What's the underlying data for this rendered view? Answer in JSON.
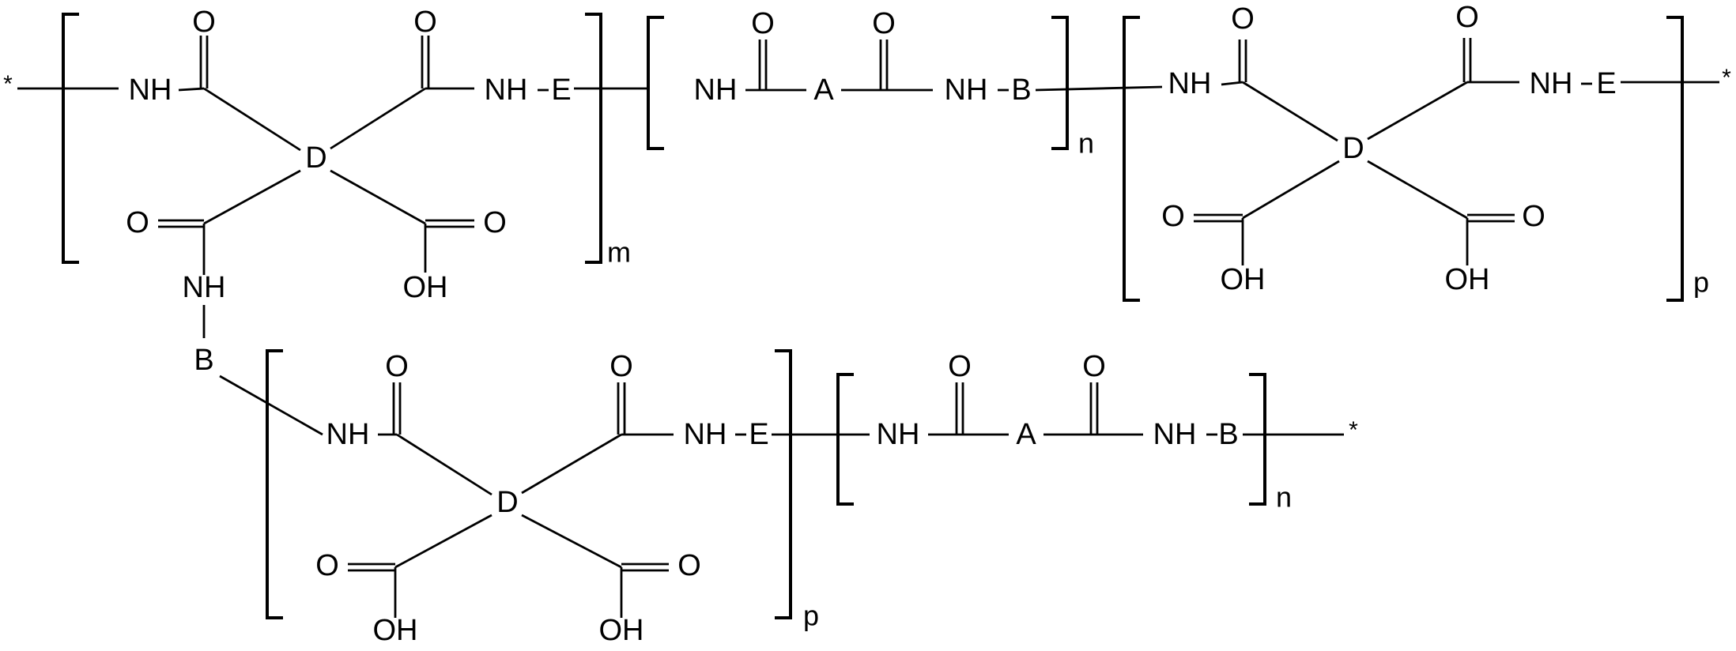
{
  "colors": {
    "ink": "#000000",
    "background": "#ffffff"
  },
  "labels": {
    "star": "*",
    "carbonyl_o": "O",
    "amide_nh": "NH",
    "hydroxyl": "OH",
    "core_d": "D",
    "unit_e": "E",
    "unit_a": "A",
    "unit_b": "B"
  },
  "subscripts": {
    "m": "m",
    "n": "n",
    "p": "p"
  }
}
